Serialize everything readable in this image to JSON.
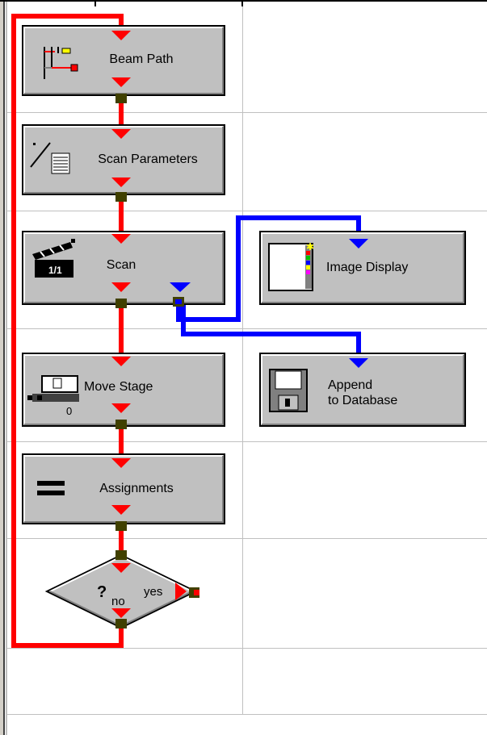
{
  "blocks": {
    "beam_path": {
      "label": "Beam Path"
    },
    "scan_parameters": {
      "label": "Scan Parameters"
    },
    "scan": {
      "label": "Scan"
    },
    "image_display": {
      "label": "Image Display"
    },
    "move_stage": {
      "label": "Move Stage"
    },
    "append_database": {
      "line1": "Append",
      "line2": "to Database"
    },
    "assignments": {
      "label": "Assignments"
    },
    "decision": {
      "symbol": "?",
      "yes": "yes",
      "no": "no"
    }
  },
  "icons": {
    "beam_path": "beam-path-icon",
    "scan_parameters": "scan-parameters-icon",
    "scan": "clapperboard-icon",
    "image_display": "image-display-icon",
    "move_stage": "stage-icon",
    "append_database": "floppy-disk-icon",
    "assignments": "equals-icon"
  },
  "move_stage_readout": "0",
  "scan_badge": "1/1",
  "colors": {
    "background": "#ffffff",
    "grid": "#c0c0c0",
    "block_face": "#c0c0c0",
    "bevel_light": "#ffffff",
    "bevel_dark": "#808080",
    "border_dark": "#000000",
    "flow_red": "#ff0000",
    "flow_blue": "#0000ff",
    "port_dark": "#404000"
  }
}
